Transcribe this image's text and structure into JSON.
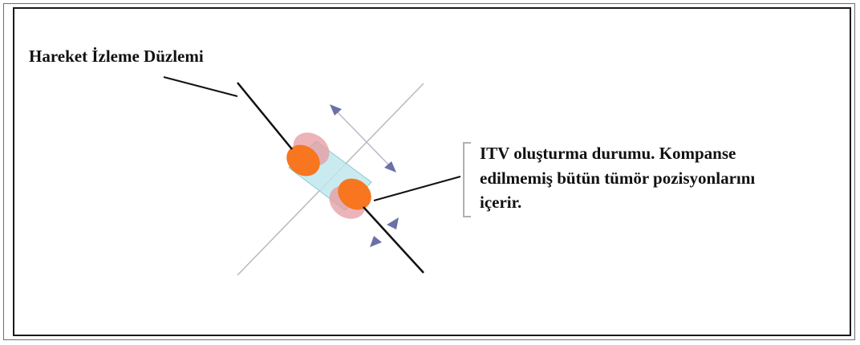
{
  "labels": {
    "motion_plane": "Hareket İzleme Düzlemi",
    "itv_line1": "ITV oluşturma durumu. Kompanse",
    "itv_line2": "edilmemiş bütün tümör pozisyonlarını",
    "itv_line3": "içerir."
  },
  "colors": {
    "tumor_core": "#f7761f",
    "tumor_ghost": "#e59aa2",
    "itv_fill": "#bfe8ec",
    "arrow": "#6b70a8",
    "axis": "#b5b5b5",
    "plane_line": "#111111"
  }
}
